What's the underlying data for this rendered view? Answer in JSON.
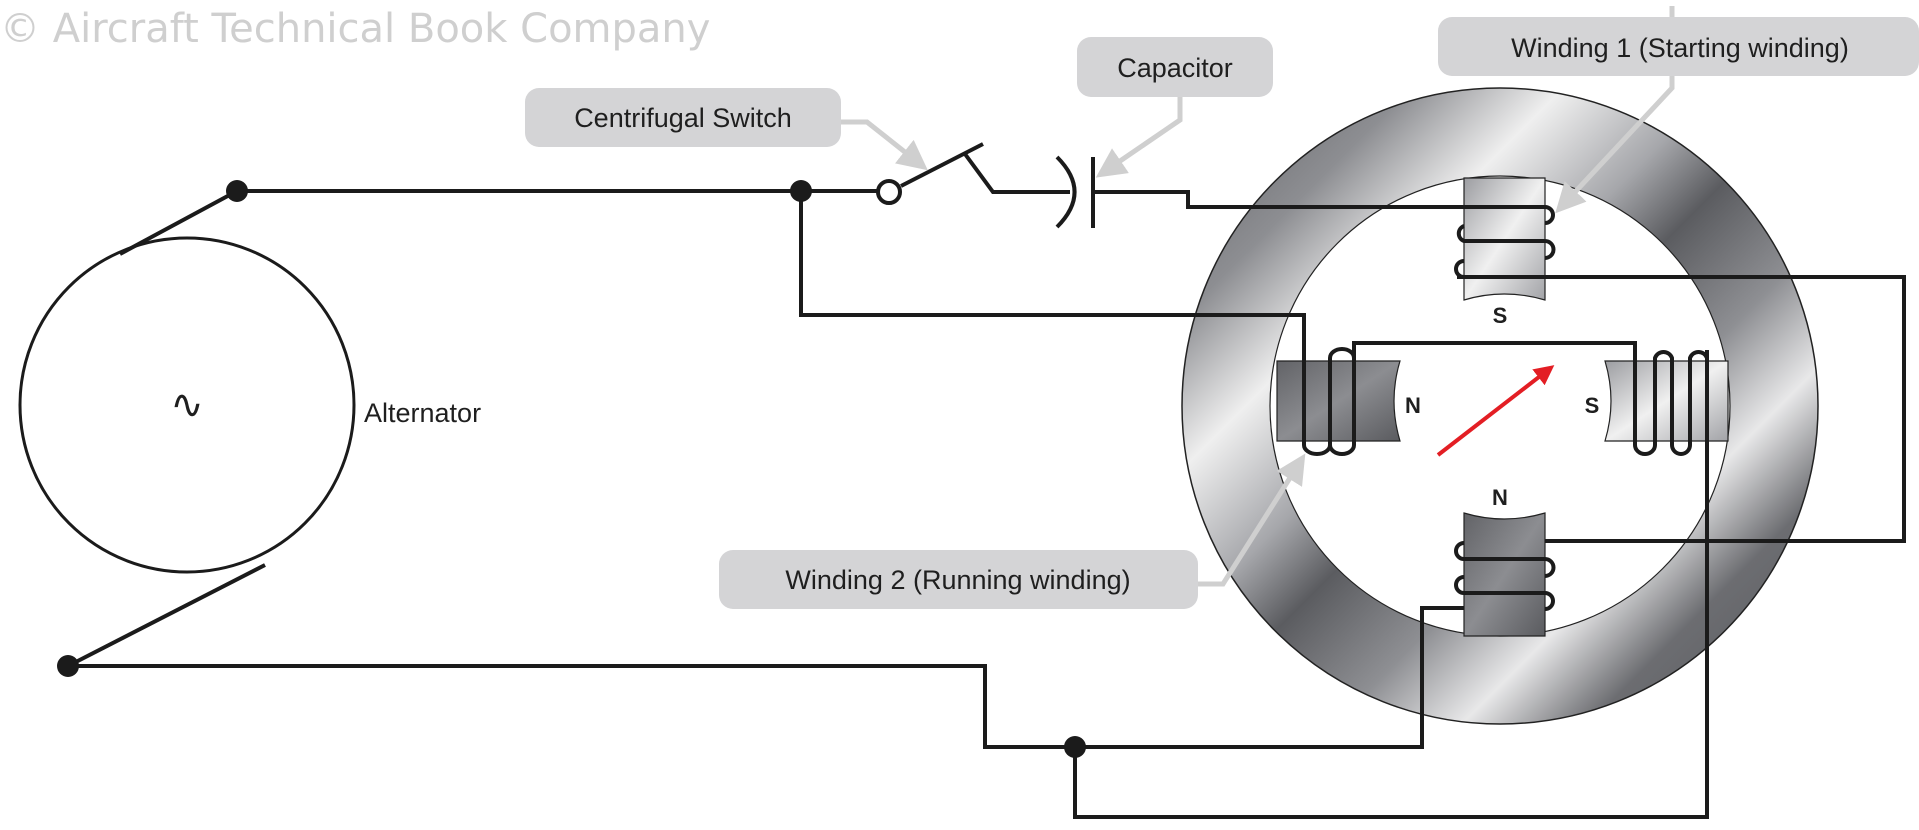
{
  "watermark": "© Aircraft Technical Book Company",
  "labels": {
    "centrifugal_switch": "Centrifugal Switch",
    "capacitor": "Capacitor",
    "winding1": "Winding 1 (Starting winding)",
    "winding2": "Winding 2 (Running winding)",
    "alternator": "Alternator"
  },
  "alternator_symbol": "∿",
  "poles": {
    "top": "S",
    "bottom": "N",
    "left": "N",
    "right": "S"
  },
  "colors": {
    "rotor_arrow": "#e31e24",
    "callout_fill": "#d4d4d6",
    "leader": "#cfcfcf",
    "wire": "#1b1b1b"
  }
}
